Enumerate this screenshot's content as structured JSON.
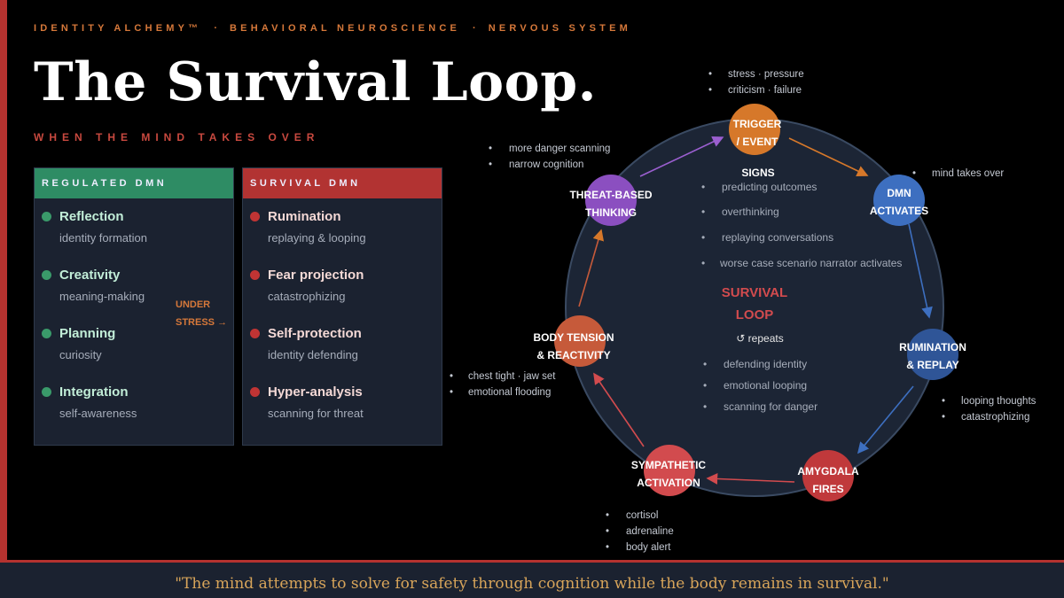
{
  "header": {
    "breadcrumb": [
      "IDENTITY ALCHEMY™",
      "BEHAVIORAL NEUROSCIENCE",
      "NERVOUS SYSTEM"
    ],
    "title": "The Survival Loop.",
    "subtitle": "WHEN THE MIND TAKES OVER"
  },
  "regulated": {
    "heading": "REGULATED DMN",
    "items": [
      {
        "name": "Reflection",
        "desc": "identity formation"
      },
      {
        "name": "Creativity",
        "desc": "meaning-making"
      },
      {
        "name": "Planning",
        "desc": "curiosity"
      },
      {
        "name": "Integration",
        "desc": "self-awareness"
      }
    ]
  },
  "stress": {
    "line1": "UNDER",
    "line2": "STRESS →"
  },
  "survival": {
    "heading": "SURVIVAL DMN",
    "items": [
      {
        "name": "Rumination",
        "desc": "replaying & looping"
      },
      {
        "name": "Fear projection",
        "desc": "catastrophizing"
      },
      {
        "name": "Self-protection",
        "desc": "identity defending"
      },
      {
        "name": "Hyper-analysis",
        "desc": "scanning for threat"
      }
    ]
  },
  "loop": {
    "center_title": [
      "SURVIVAL",
      "LOOP"
    ],
    "repeats": "↺ repeats",
    "signs_label": "SIGNS",
    "signs": [
      "predicting outcomes",
      "overthinking",
      "replaying conversations",
      "worse case scenario narrator activates"
    ],
    "inner_signs": [
      "defending identity",
      "emotional looping",
      "scanning for danger"
    ],
    "nodes": [
      {
        "id": "trigger",
        "lines": [
          "TRIGGER",
          "/ EVENT"
        ],
        "color": "#d6782a",
        "notes": [
          "stress · pressure",
          "criticism · failure"
        ]
      },
      {
        "id": "dmn",
        "lines": [
          "DMN",
          "ACTIVATES"
        ],
        "color": "#3d6fc0",
        "notes": [
          "mind takes over"
        ]
      },
      {
        "id": "rumination",
        "lines": [
          "RUMINATION",
          "& REPLAY"
        ],
        "color": "#2f5597",
        "notes": [
          "looping thoughts",
          "catastrophizing"
        ]
      },
      {
        "id": "amygdala",
        "lines": [
          "AMYGDALA",
          "FIRES"
        ],
        "color": "#c0393b",
        "notes": []
      },
      {
        "id": "sympathetic",
        "lines": [
          "SYMPATHETIC",
          "ACTIVATION"
        ],
        "color": "#d24b4e",
        "notes": [
          "cortisol",
          "adrenaline",
          "body alert"
        ]
      },
      {
        "id": "body",
        "lines": [
          "BODY TENSION",
          "& REACTIVITY"
        ],
        "color": "#c65a3a",
        "notes": [
          "chest tight · jaw set",
          "emotional flooding"
        ]
      },
      {
        "id": "threat",
        "lines": [
          "THREAT-BASED",
          "THINKING"
        ],
        "color": "#8b4fc0",
        "notes": [
          "more danger scanning",
          "narrow cognition"
        ]
      }
    ]
  },
  "quote": "\"The mind attempts to solve for safety through cognition while the body remains in survival.\"",
  "colors": {
    "accent": "#b5322f",
    "orange": "#d6783a",
    "green": "#2e8c64",
    "panel": "#1b2230",
    "loop_fill": "#1c2535"
  }
}
